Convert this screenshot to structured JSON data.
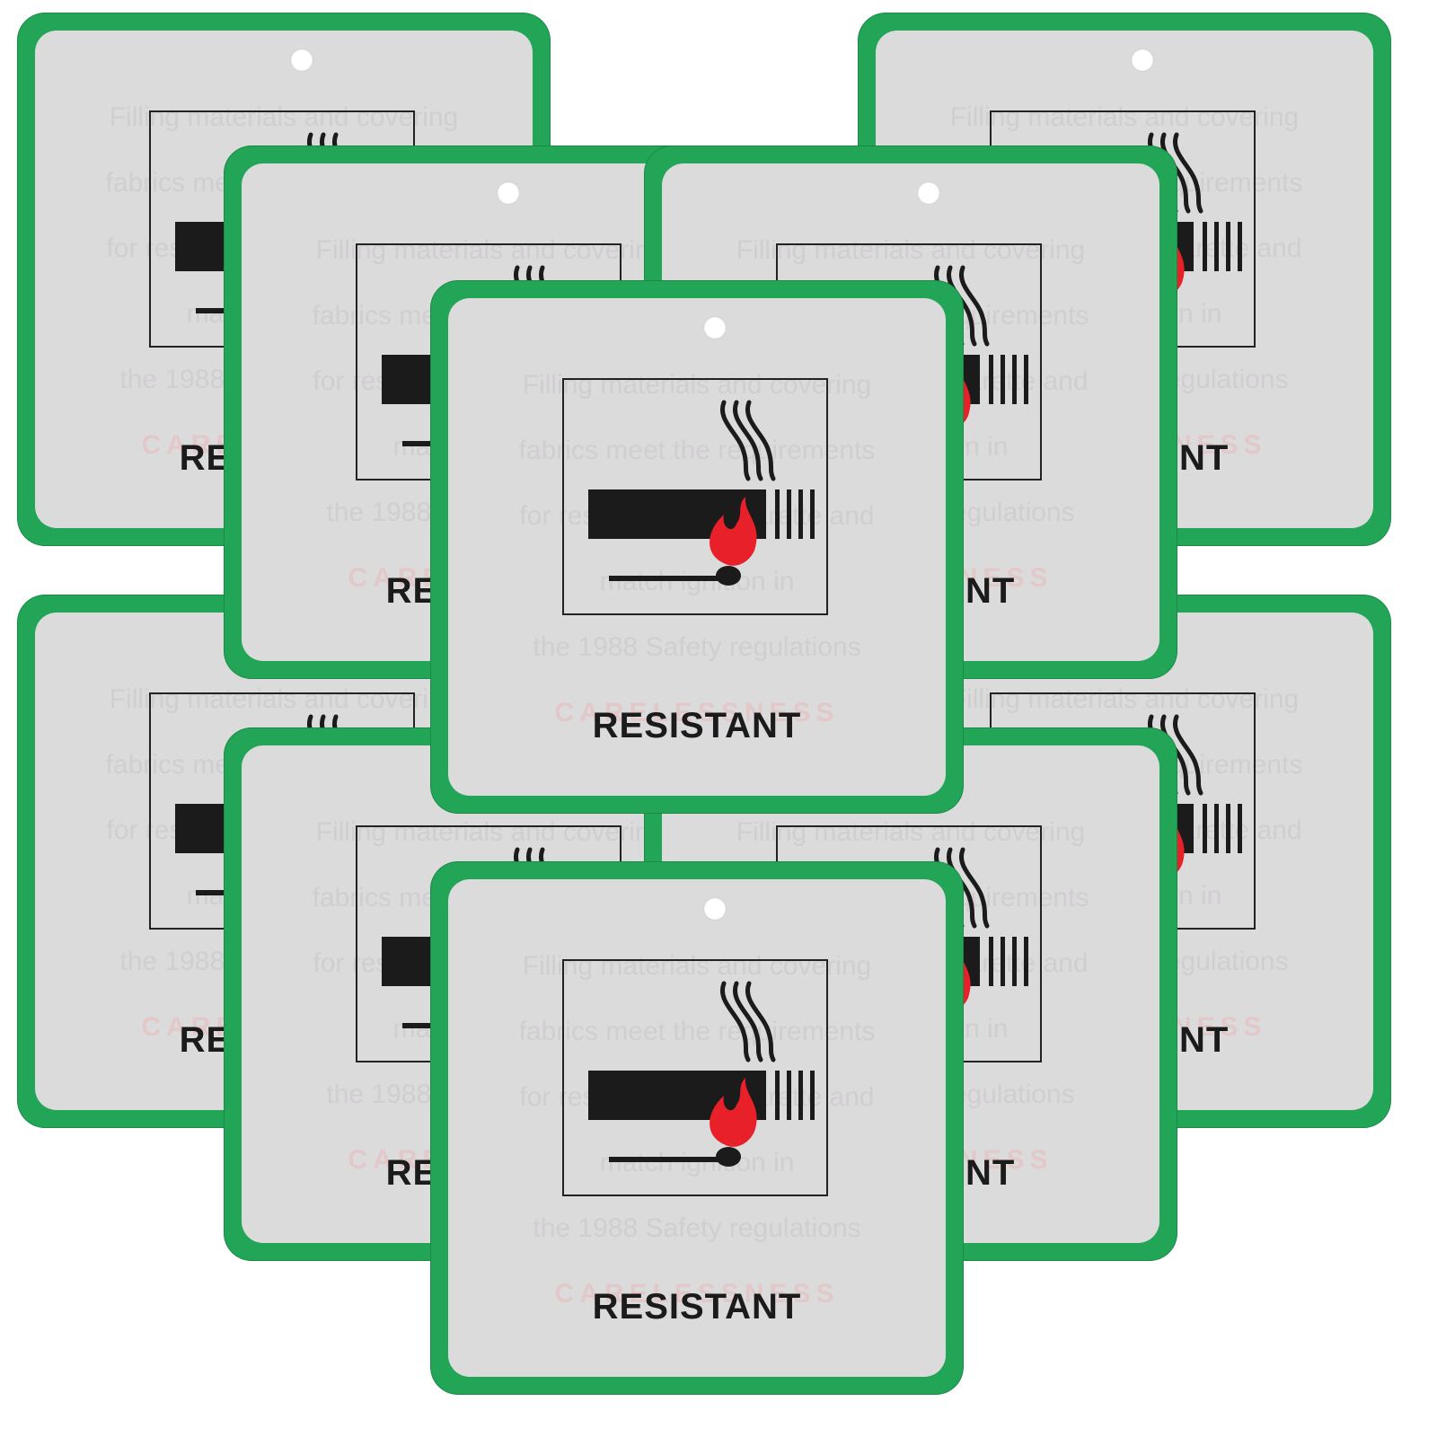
{
  "product": {
    "label_text": "RESISTANT",
    "back_lines": [
      "Filling materials and covering",
      "fabrics meet the requirements",
      "for resistance to cigarette and",
      "match ignition in",
      "the 1988 Safety regulations"
    ],
    "back_warning": "CARELESSNESS",
    "colors": {
      "border": "#22a557",
      "face": "#dcdbdc",
      "flame": "#e8202a",
      "ink": "#1b1b1b"
    },
    "icons": [
      "cigarette-icon",
      "smoke-icon",
      "match-flame-icon"
    ]
  }
}
